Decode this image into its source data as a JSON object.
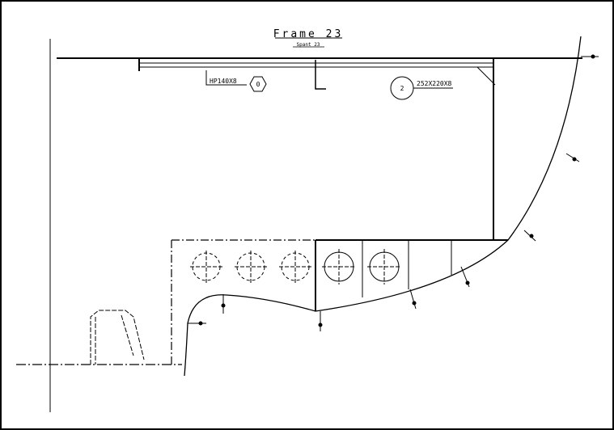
{
  "drawing": {
    "title": "Frame 23",
    "subtitle": "Spant 23",
    "profile_label": "HP140X8",
    "profile_tag": "0",
    "bracket_tag": "2",
    "bracket_label": "252X220X8"
  }
}
